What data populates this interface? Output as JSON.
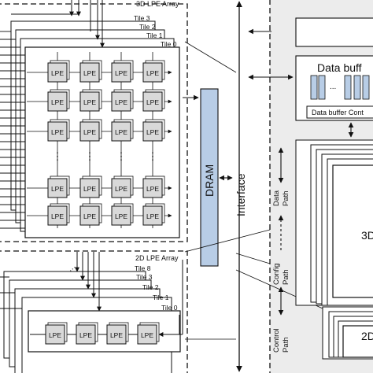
{
  "arrays": {
    "lpe3d": {
      "title": "3D LPE Array",
      "tiles": [
        "Tile 3",
        "Tile 2",
        "Tile 1",
        "Tile 0"
      ]
    },
    "lpe2d": {
      "title": "2D LPE Array",
      "tiles": [
        "Tile 8",
        "Tile 3",
        "Tile 2",
        "Tile 1",
        "Tile 0"
      ]
    }
  },
  "lpe_label": "LPE",
  "ellipsis": "⋮",
  "dram": "DRAM",
  "interface": "Interface",
  "data_buffer": {
    "title": "Data buff",
    "control": "Data buffer Cont"
  },
  "paths": {
    "data": [
      "Data",
      "Path"
    ],
    "config": [
      "Config",
      "Path"
    ],
    "control": [
      "Control",
      "Path"
    ]
  },
  "blocks": {
    "block3d": "3D",
    "block2d": "2D"
  },
  "colors": {
    "lpe_fill": "#d9d9d9",
    "dram_fill": "#b8cde6",
    "panel_fill": "#ececec",
    "buffer_cell": "#b8cde6"
  }
}
